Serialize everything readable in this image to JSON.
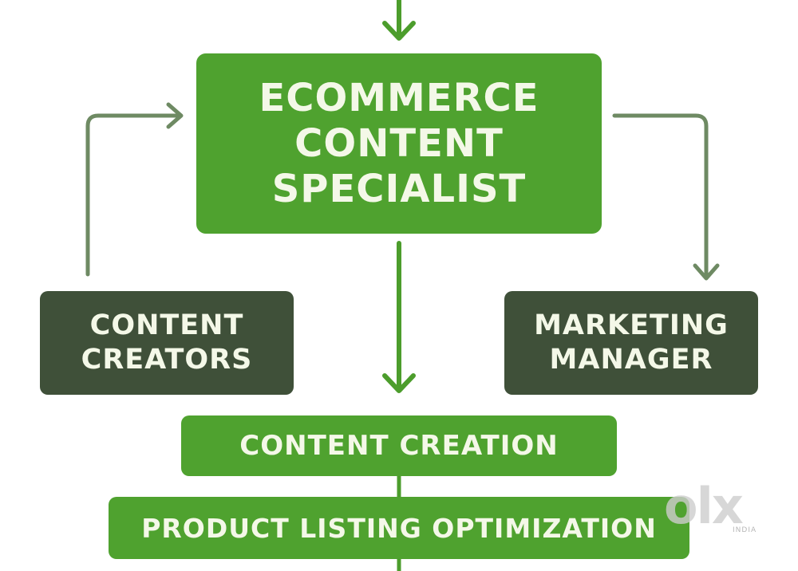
{
  "nodes": {
    "main": {
      "lines": [
        "ECOMMERCE",
        "CONTENT",
        "SPECIALIST"
      ]
    },
    "left": {
      "lines": [
        "CONTENT",
        "CREATORS"
      ]
    },
    "right": {
      "lines": [
        "MARKETING",
        "MANAGER"
      ]
    },
    "step1": {
      "label": "CONTENT CREATION"
    },
    "step2": {
      "label": "PRODUCT LISTING OPTIMIZATION"
    }
  },
  "watermark": {
    "logo": "olx",
    "sub": "INDIA"
  },
  "colors": {
    "box_green": "#4fa22f",
    "box_dark": "#3f5039",
    "text_light": "#f4f8e8",
    "arrow_green": "#4c9d2c",
    "arrow_muted": "#6e8a63"
  }
}
